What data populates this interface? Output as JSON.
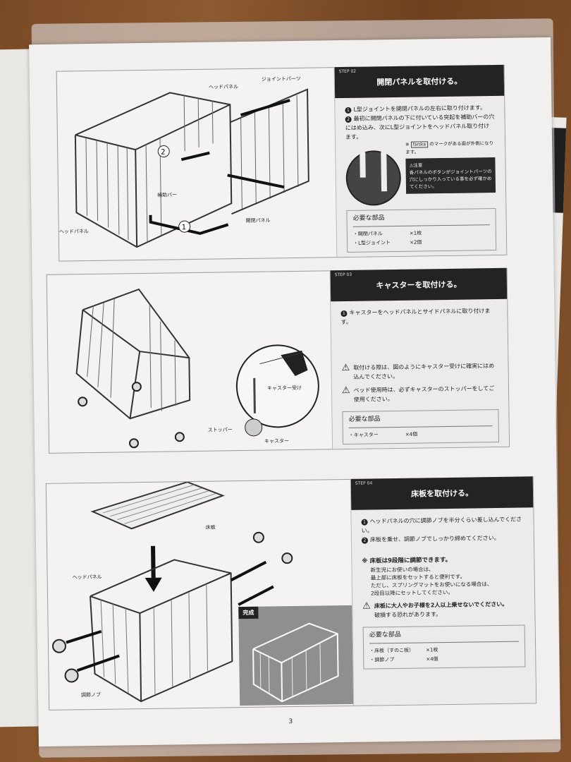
{
  "page_number": "3",
  "steps": [
    {
      "step_no": "STEP 02",
      "title": "開閉パネルを取付ける。",
      "instructions": [
        {
          "num": "1",
          "text": "L型ジョイントを開閉パネルの左右に取り付けます。"
        },
        {
          "num": "2",
          "text": "最初に開閉パネルの下に付いている突起を補助バーの穴にはめ込み、次にL型ジョイントをヘッドパネル取り付けます。"
        }
      ],
      "mark_note_prefix": "※",
      "mark_label": "farska",
      "mark_note": "のマークがある面が外側になります。",
      "caution_title": "⚠注意",
      "caution_text": "各パネルのボタンがジョイントパーツの穴にしっかり入っている事を必ず確かめてください。",
      "parts_title": "必要な部品",
      "parts": [
        {
          "name": "・開閉パネル",
          "qty": "×1枚"
        },
        {
          "name": "・L型ジョイント",
          "qty": "×2個"
        }
      ],
      "labels": {
        "head_panel_top": "ヘッドパネル",
        "joint_parts": "ジョイントパーツ",
        "aux_bar": "補助バー",
        "head_panel_left": "ヘッドパネル",
        "open_panel": "開閉パネル",
        "callout1": "1",
        "callout2": "2"
      }
    },
    {
      "step_no": "STEP 03",
      "title": "キャスターを取付ける。",
      "instructions": [
        {
          "num": "1",
          "text": "キャスターをヘッドパネルとサイドパネルに取り付けます。"
        }
      ],
      "warnings": [
        "取付ける際は、図のようにキャスター受けに確実にはめ込んでください。",
        "ベッド使用時は、必ずキャスターのストッパーをしてご使用ください。"
      ],
      "parts_title": "必要な部品",
      "parts": [
        {
          "name": "・キャスター",
          "qty": "×4個"
        }
      ],
      "labels": {
        "caster_holder": "キャスター受け",
        "stopper": "ストッパー",
        "caster": "キャスター"
      }
    },
    {
      "step_no": "STEP 04",
      "title": "床板を取付ける。",
      "instructions": [
        {
          "num": "1",
          "text": "ヘッドパネルの穴に調節ノブを半分くらい差し込んでください。"
        },
        {
          "num": "2",
          "text": "床板を乗せ、調節ノブでしっかり締めてください。"
        }
      ],
      "adjust_note": "※ 床板は9段階に調節できます。",
      "adjust_detail": [
        "新生児にお使いの場合は、",
        "最上部に床板をセットすると便利です。",
        "ただし、スプリングマットをお使いになる場合は、",
        "2段目以降にセットしてください。"
      ],
      "warning_bold": "床板に大人やお子様を2人以上乗せないでください。",
      "warning_text": "破損する恐れがあります。",
      "parts_title": "必要な部品",
      "parts": [
        {
          "name": "・床板（すのこ板）",
          "qty": "×1枚"
        },
        {
          "name": "・調節ノブ",
          "qty": "×4個"
        }
      ],
      "labels": {
        "floor_board": "床板",
        "head_panel": "ヘッドパネル",
        "adjust_knob": "調節ノブ",
        "complete": "完成"
      }
    }
  ]
}
